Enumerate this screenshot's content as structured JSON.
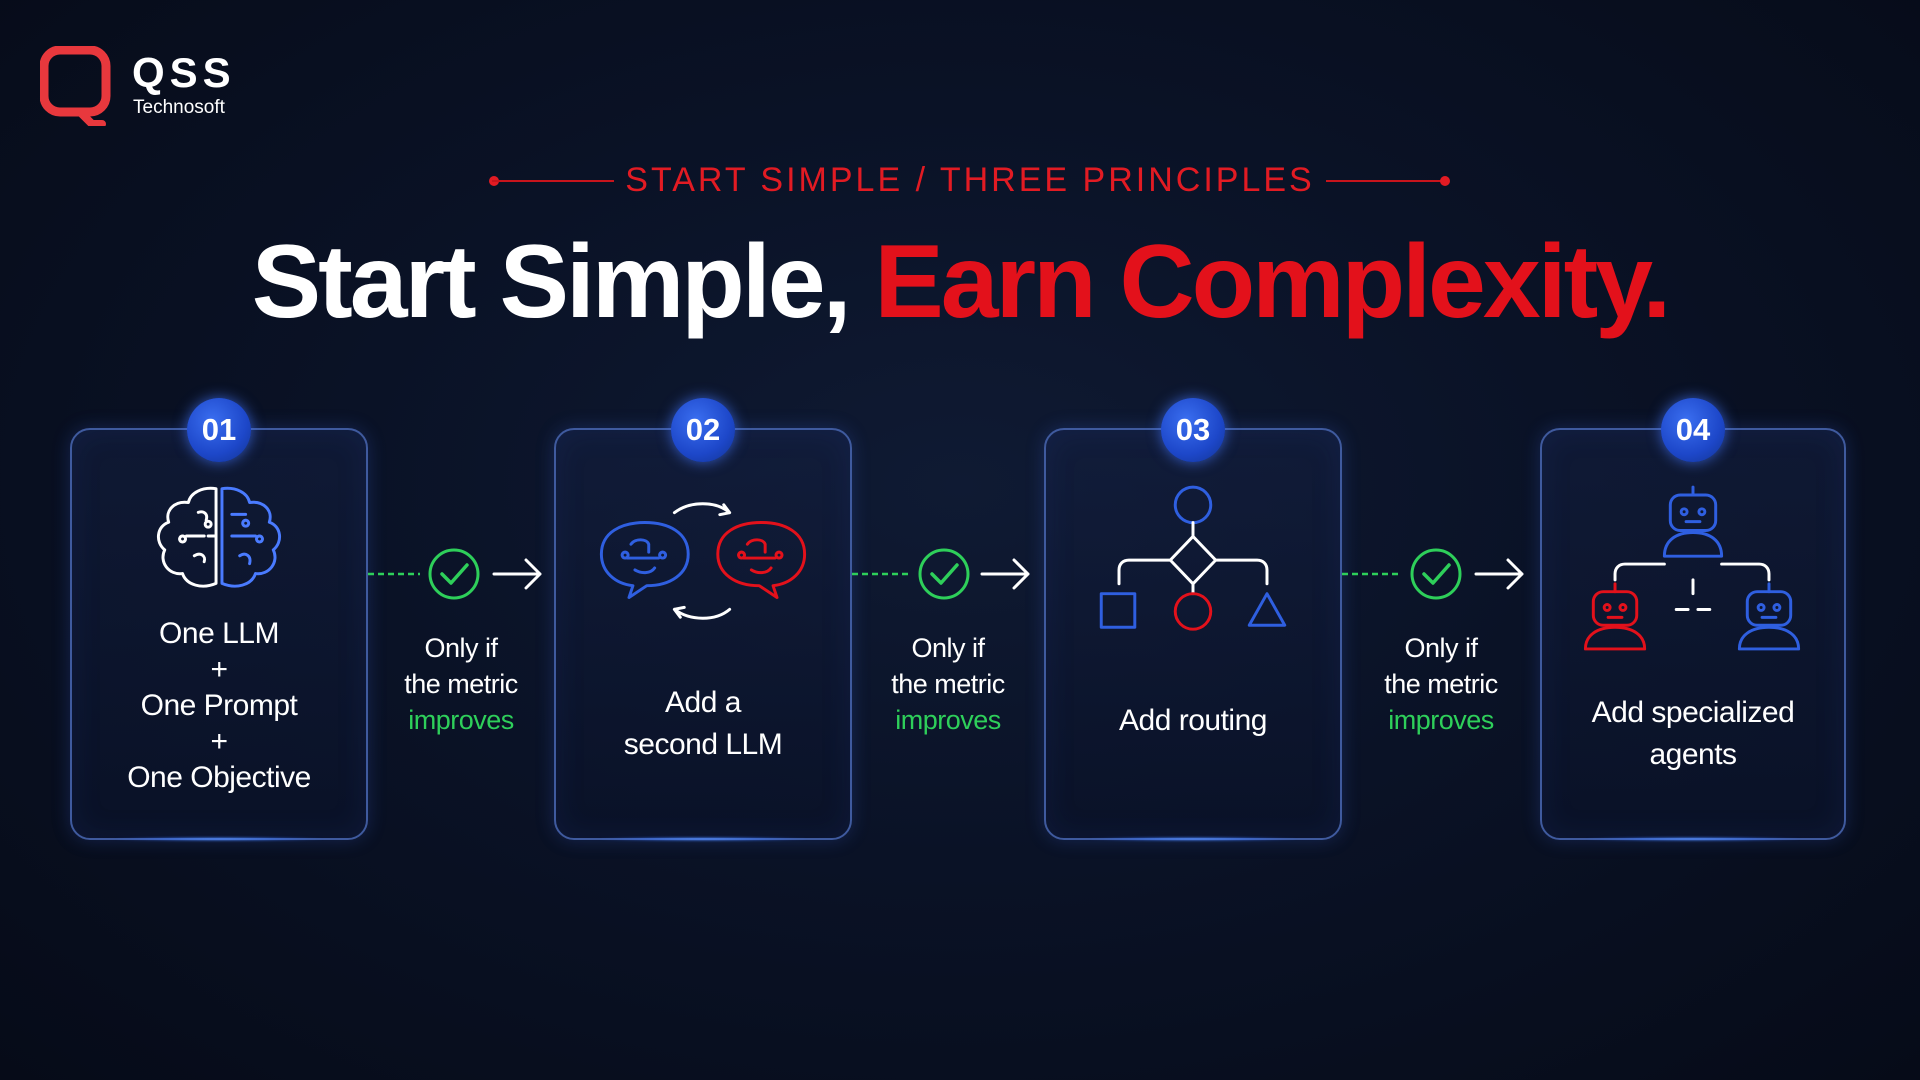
{
  "logo": {
    "name": "QSS",
    "sub": "Technosoft",
    "accent": "#e8383d"
  },
  "header": {
    "eyebrow": "START SIMPLE / THREE PRINCIPLES",
    "title_part1": "Start Simple",
    "title_comma": ",",
    "title_part2": "Earn Complexity."
  },
  "colors": {
    "red": "#e3111b",
    "blue": "#2f5fe0",
    "green": "#2ecf5a",
    "background": "#0a1226"
  },
  "cards": [
    {
      "number": "01",
      "icon": "brain-icon",
      "lines": [
        "One LLM",
        "+",
        "One Prompt",
        "+",
        "One Objective"
      ]
    },
    {
      "number": "02",
      "icon": "two-llm-chat-icon",
      "lines": [
        "Add a",
        "second LLM"
      ]
    },
    {
      "number": "03",
      "icon": "routing-flowchart-icon",
      "lines": [
        "Add routing"
      ]
    },
    {
      "number": "04",
      "icon": "specialized-agents-icon",
      "lines": [
        "Add specialized",
        "agents"
      ]
    }
  ],
  "connector": {
    "line1": "Only if",
    "line2": "the metric",
    "line3": "improves",
    "icon": "check-circle-icon"
  }
}
